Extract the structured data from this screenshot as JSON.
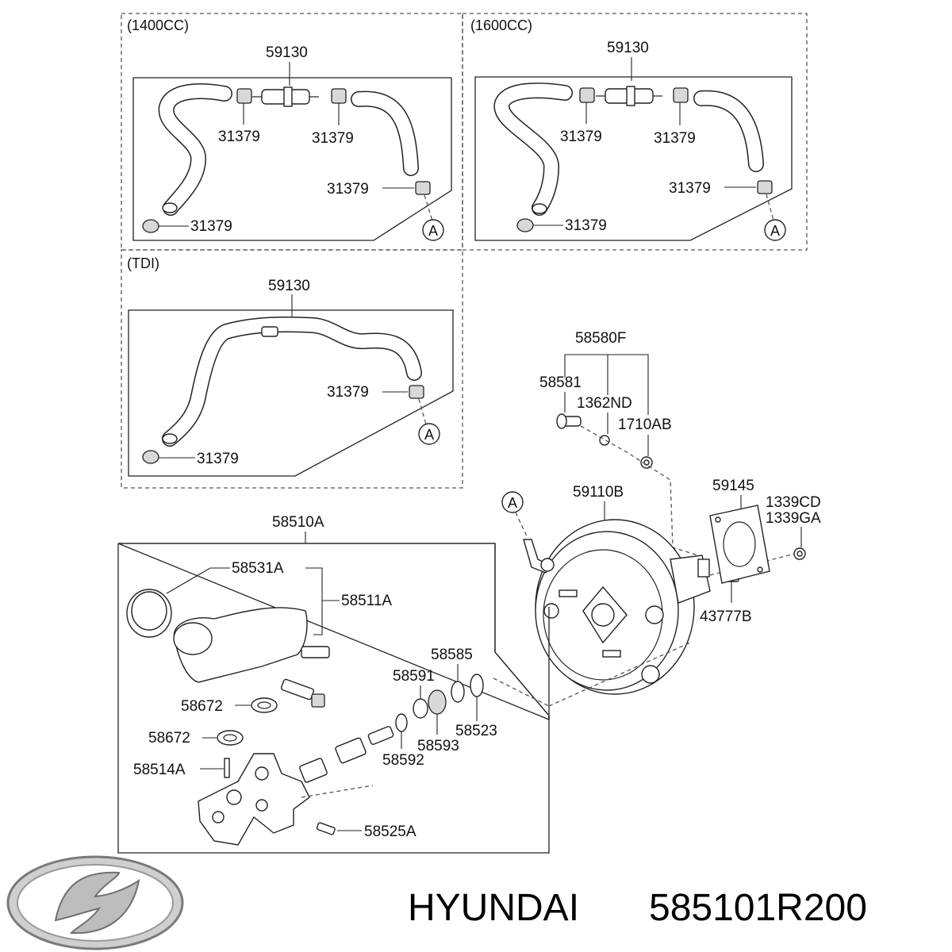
{
  "sections": {
    "s1400": "(1400CC)",
    "s1600": "(1600CC)",
    "tdi": "(TDI)"
  },
  "callout": "A",
  "labels": {
    "hose_1400": "59130",
    "clip_1400_a": "31379",
    "clip_1400_b": "31379",
    "clip_1400_c": "31379",
    "clip_1400_d": "31379",
    "hose_1600": "59130",
    "clip_1600_a": "31379",
    "clip_1600_b": "31379",
    "clip_1600_c": "31379",
    "clip_1600_d": "31379",
    "hose_tdi": "59130",
    "clip_tdi_a": "31379",
    "clip_tdi_b": "31379",
    "kit": "58580F",
    "pin": "58581",
    "clip_1362": "1362ND",
    "clip_1710": "1710AB",
    "booster": "59110B",
    "gasket": "59145",
    "nut_cd": "1339CD",
    "nut_ga": "1339GA",
    "switch": "43777B",
    "master_cyl": "58510A",
    "cap": "58531A",
    "reservoir": "58511A",
    "grommet_a": "58672",
    "grommet_b": "58672",
    "pin_a": "58514A",
    "ring_585": "58585",
    "seal_591": "58591",
    "retainer": "58523",
    "cup_593": "58593",
    "washer_592": "58592",
    "bolt": "58525A"
  },
  "footer": {
    "brand": "HYUNDAI",
    "part_number": "585101R200"
  }
}
